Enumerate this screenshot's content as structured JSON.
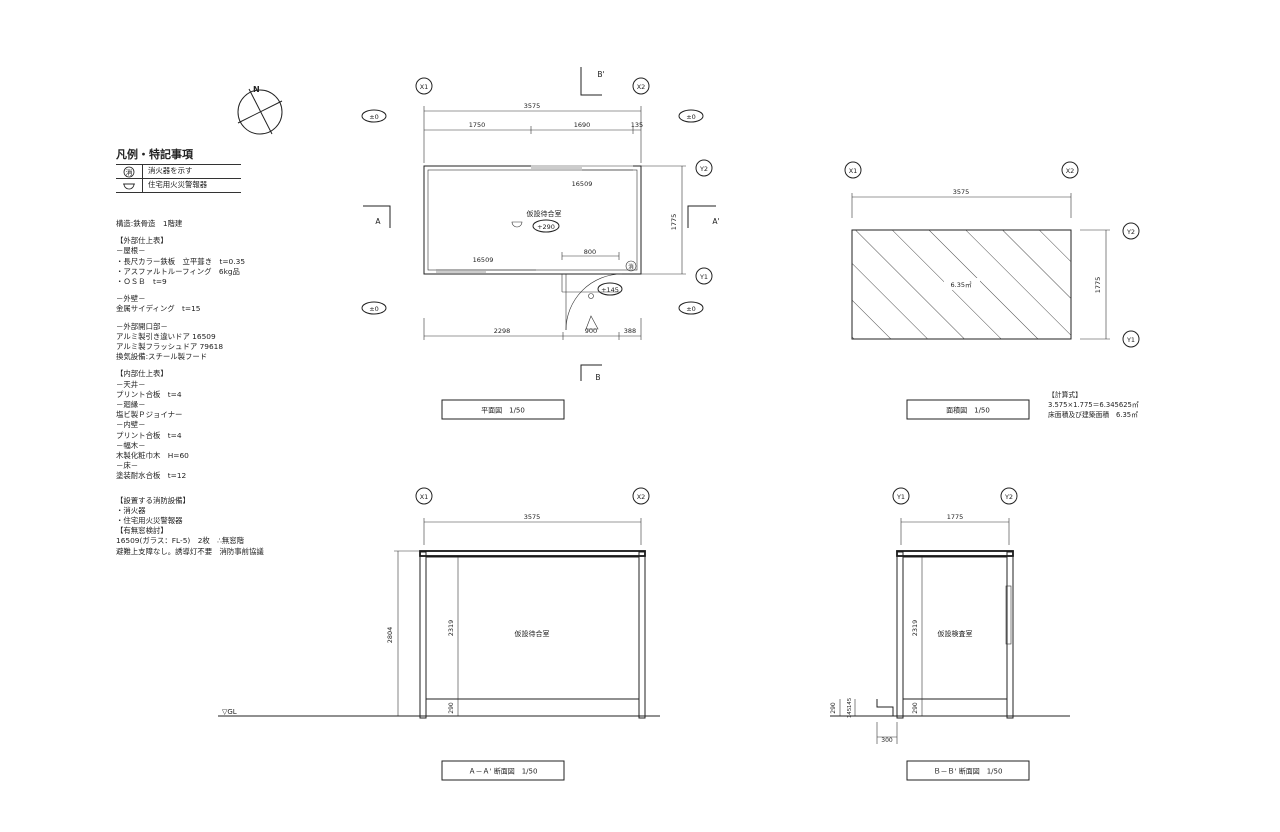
{
  "notes": {
    "title": "凡例・特記事項",
    "legend": [
      {
        "icon": "extinguisher-icon",
        "symbol": "消",
        "label": "消火器を示す"
      },
      {
        "icon": "alarm-icon",
        "symbol": "",
        "label": "住宅用火災警報器"
      }
    ],
    "structure": "構造:鉄骨造　1階建",
    "exterior": [
      "【外部仕上表】",
      "－屋根－",
      "・長尺カラー鉄板　立平葺き　t=0.35",
      "・アスファルトルーフィング　6kg品",
      "・ＯＳＢ　t=9"
    ],
    "walls": [
      "－外壁－",
      "金属サイディング　t=15"
    ],
    "openings": [
      "－外部開口部－",
      "アルミ製引き違いドア 16509",
      "アルミ製フラッシュドア 79618",
      "換気設備:スチール製フード"
    ],
    "interior": [
      "【内部仕上表】",
      "－天井－",
      "プリント合板　t=4",
      "－廻縁－",
      "塩ビ製Ｐジョイナー",
      "－内壁－",
      "プリント合板　t=4",
      "－幅木－",
      "木製化粧巾木　H=60",
      "－床－",
      "塗装耐水合板　t=12"
    ],
    "fire": [
      "【設置する消防設備】",
      "・消火器",
      "・住宅用火災警報器",
      "【有無窓検討】",
      "16509(ガラス：FL-5)　2枚　∴無窓階",
      "避難上支障なし。誘導灯不要　消防事前協議"
    ]
  },
  "compass": {
    "label": "N"
  },
  "plan": {
    "grid": {
      "x1": "X1",
      "x2": "X2",
      "y1": "Y1",
      "y2": "Y2"
    },
    "level": "±0",
    "total_width": "3575",
    "top_dims": [
      "1750",
      "1690",
      "135"
    ],
    "bottom_dims": [
      "2298",
      "900",
      "388"
    ],
    "depth": "1775",
    "window_top": "16509",
    "window_bottom": "16509",
    "door_dim": "800",
    "room_name": "仮設待合室",
    "room_level": "+290",
    "door_level": "+145",
    "section_a": "A",
    "section_a2": "A'",
    "section_b": "B",
    "section_b2": "B'",
    "caption": "平面図　1/50"
  },
  "area": {
    "grid": {
      "x1": "X1",
      "x2": "X2",
      "y1": "Y1",
      "y2": "Y2"
    },
    "width": "3575",
    "depth": "1775",
    "value": "6.35㎡",
    "caption": "面積図　1/50",
    "calc_title": "【計算式】",
    "calc_line": "3.575×1.775＝6.345625㎡",
    "calc_result": "床面積及び建築面積　6.35㎡"
  },
  "section_aa": {
    "grid": {
      "x1": "X1",
      "x2": "X2"
    },
    "width": "3575",
    "height": "2804",
    "ceiling": "2319",
    "floor": "290",
    "room_name": "仮設待合室",
    "gl": "▽GL",
    "caption": "Ａ－Ａ' 断面図　1/50"
  },
  "section_bb": {
    "grid": {
      "y1": "Y1",
      "y2": "Y2"
    },
    "width": "1775",
    "ceiling": "2319",
    "floor": "290",
    "step_h": "290",
    "step_a": "145",
    "step_b": "145",
    "step_w": "300",
    "room_name": "仮設検査室",
    "caption": "Ｂ－Ｂ' 断面図　1/50"
  }
}
